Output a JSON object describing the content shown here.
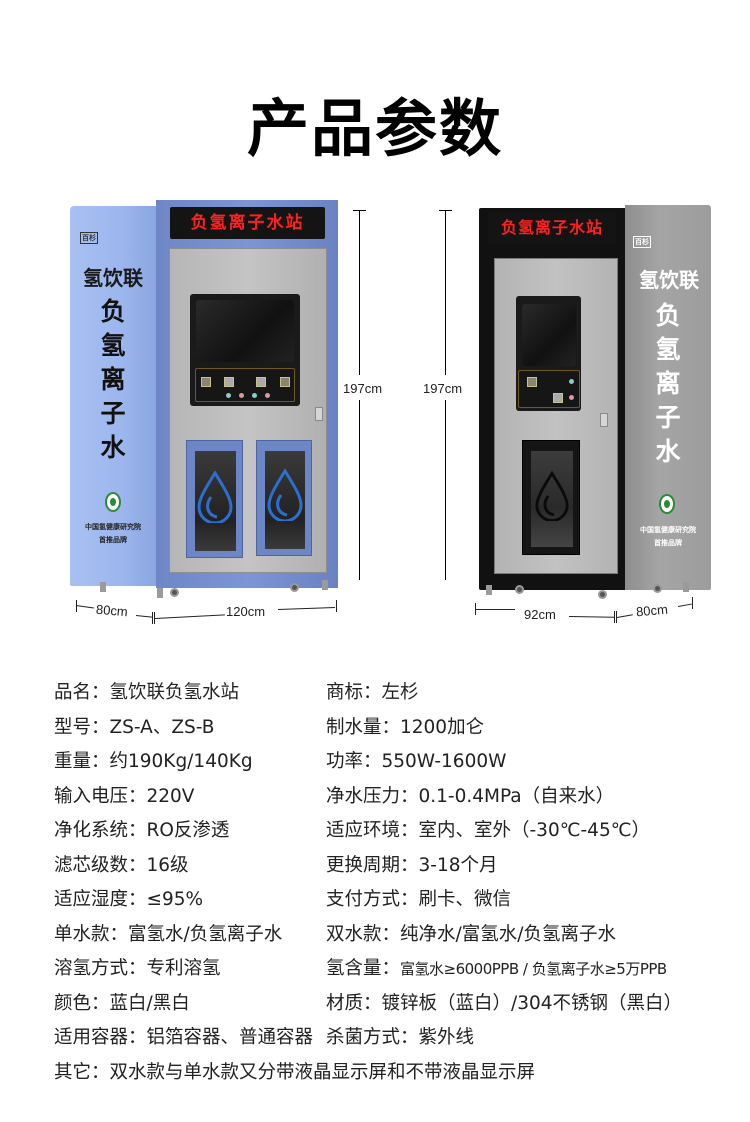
{
  "page": {
    "title": "产品参数"
  },
  "machines": [
    {
      "id": "blue",
      "led_text": "负氢离子水站",
      "side_brand": "氢饮联",
      "side_vertical": [
        "负",
        "氢",
        "离",
        "子",
        "水"
      ],
      "side_logo": "百杉",
      "institute_line1": "中国氢健康研究院",
      "institute_line2": "首推品牌",
      "height_label": "197cm",
      "depth_label": "80cm",
      "width_label": "120cm",
      "colors": {
        "body": "#7d95d4",
        "side": "#a3bcf0",
        "panel": "#bdbdbd",
        "drop": "#2d6fd0"
      }
    },
    {
      "id": "black",
      "led_text": "负氢离子水站",
      "side_brand": "氢饮联",
      "side_vertical": [
        "负",
        "氢",
        "离",
        "子",
        "水"
      ],
      "side_logo": "百杉",
      "institute_line1": "中国氢健康研究院",
      "institute_line2": "首推品牌",
      "height_label": "197cm",
      "width_label": "92cm",
      "depth_label": "80cm",
      "colors": {
        "body": "#111111",
        "side": "#9c9c9c",
        "panel": "#bbbbbb",
        "drop": "#111111"
      }
    }
  ],
  "specs": [
    {
      "left": "品名：氢饮联负氢水站",
      "right": "商标：左杉"
    },
    {
      "left": "型号：ZS-A、ZS-B",
      "right": "制水量：1200加仑"
    },
    {
      "left": "重量：约190Kg/140Kg",
      "right": "功率：550W-1600W"
    },
    {
      "left": "输入电压：220V",
      "right": "净水压力：0.1-0.4MPa（自来水）"
    },
    {
      "left": "净化系统：RO反渗透",
      "right": "适应环境：室内、室外（-30℃-45℃）"
    },
    {
      "left": "滤芯级数：16级",
      "right": "更换周期：3-18个月"
    },
    {
      "left": "适应湿度：≤95%",
      "right": "支付方式：刷卡、微信"
    },
    {
      "left": "单水款：富氢水/负氢离子水",
      "right": "双水款：纯净水/富氢水/负氢离子水"
    },
    {
      "left": "溶氢方式：专利溶氢",
      "right_label": "氢含量：",
      "right_value": "富氢水≥6000PPB / 负氢离子水≥5万PPB"
    },
    {
      "left": "颜色：蓝白/黑白",
      "right": "材质：镀锌板（蓝白）/304不锈钢（黑白）"
    },
    {
      "left": "适用容器：铝箔容器、普通容器",
      "right": "杀菌方式：紫外线"
    },
    {
      "full": "其它：双水款与单水款又分带液晶显示屏和不带液晶显示屏"
    }
  ]
}
